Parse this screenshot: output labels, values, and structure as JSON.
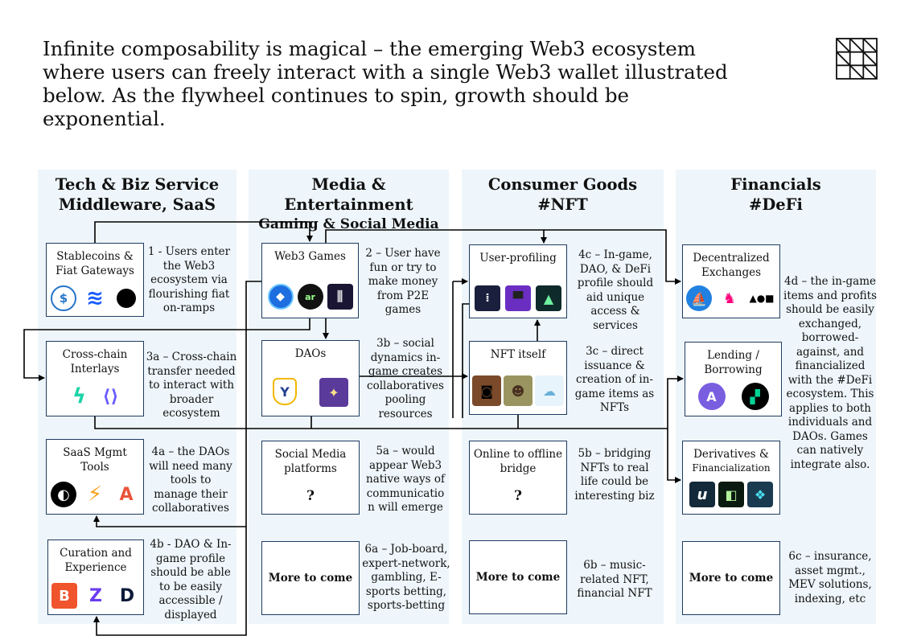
{
  "headline": "Infinite composability is magical – the emerging Web3 ecosystem where users can freely interact with a single Web3 wallet illustrated below. As the flywheel continues to spin, growth should be exponential.",
  "logo": {
    "icon": "grid-logo-icon"
  },
  "columns": [
    {
      "title": "Tech & Biz Service",
      "subtitle": "Middleware, SaaS"
    },
    {
      "title": "Media & Entertainment",
      "subtitle": "Gaming & Social Media"
    },
    {
      "title": "Consumer Goods",
      "subtitle": "#NFT"
    },
    {
      "title": "Financials",
      "subtitle": "#DeFi"
    }
  ],
  "boxes": {
    "stablecoins": {
      "label": "Stablecoins & Fiat Gateways",
      "icons": [
        "usdc-coin-icon",
        "bolt-logo-icon",
        "black-circle-logo-icon"
      ]
    },
    "crosschain": {
      "label": "Cross-chain Interlays",
      "icons": [
        "lightning-logo-icon",
        "chain-link-logo-icon"
      ]
    },
    "saas": {
      "label": "SaaS Mgmt Tools",
      "icons": [
        "c-circle-logo-icon",
        "lightning-logo-icon",
        "a-logo-icon"
      ]
    },
    "curation": {
      "label": "Curation and Experience",
      "icons": [
        "b-logo-icon",
        "z-logo-icon",
        "d-logo-icon"
      ]
    },
    "web3games": {
      "label": "Web3 Games",
      "icons": [
        "crystal-logo-icon",
        "dark-game-logo-icon",
        "tower-logo-icon"
      ]
    },
    "daos": {
      "label": "DAOs",
      "icons": [
        "shield-logo-icon",
        "sparkle-logo-icon"
      ]
    },
    "social": {
      "label": "Social Media platforms",
      "mark": "?"
    },
    "more_media": {
      "label": "More to come"
    },
    "userprofiling": {
      "label": "User-profiling",
      "icons": [
        "dots-logo-icon",
        "hat-logo-icon",
        "mountain-logo-icon"
      ]
    },
    "nftitself": {
      "label": "NFT itself",
      "icons": [
        "punk-avatar-icon",
        "ape-avatar-icon",
        "cartoon-avatar-icon"
      ]
    },
    "online": {
      "label": "Online to offline bridge",
      "mark": "?"
    },
    "more_consumer": {
      "label": "More to come"
    },
    "dex": {
      "label": "Decentralized Exchanges",
      "icons": [
        "sailboat-logo-icon",
        "unicorn-logo-icon",
        "shapes-logo-icon"
      ]
    },
    "lending": {
      "label": "Lending / Borrowing",
      "icons": [
        "aave-logo-icon",
        "compound-logo-icon"
      ]
    },
    "derivatives": {
      "label": "Derivatives &",
      "label2": "Financialization",
      "icons": [
        "i-logo-icon",
        "box-logo-icon",
        "diamond-logo-icon"
      ]
    },
    "more_fin": {
      "label": "More to come"
    }
  },
  "descriptions": {
    "d1": "1 - Users enter the Web3 ecosystem via flourishing fiat on-ramps",
    "d2": "2 – User have fun or try to make money from P2E games",
    "d3a": "3a – Cross-chain transfer needed to interact with broader ecosystem",
    "d3b": "3b – social dynamics in-game creates collaboratives pooling resources",
    "d3c": "3c – direct issuance & creation of in-game items as NFTs",
    "d4a": "4a – the DAOs will need many tools to manage their collaboratives",
    "d4b": "4b - DAO & In-game profile should be able to be easily accessible / displayed",
    "d4c": "4c – In-game, DAO, & DeFi profile should aid unique access & services",
    "d4d": "4d – the in-game items and profits should be easily exchanged, borrowed-against, and financialized with the #DeFi ecosystem. This applies to both individuals and DAOs. Games can natively integrate also.",
    "d5a": "5a – would appear Web3 native ways of communicatio n will emerge",
    "d5b": "5b – bridging NFTs to real life could be interesting biz",
    "d6a": "6a – Job-board, expert-network, gambling, E-sports betting, sports-betting",
    "d6b": "6b – music-related NFT, financial NFT",
    "d6c": "6c – insurance, asset mgmt., MEV solutions, indexing, etc"
  }
}
